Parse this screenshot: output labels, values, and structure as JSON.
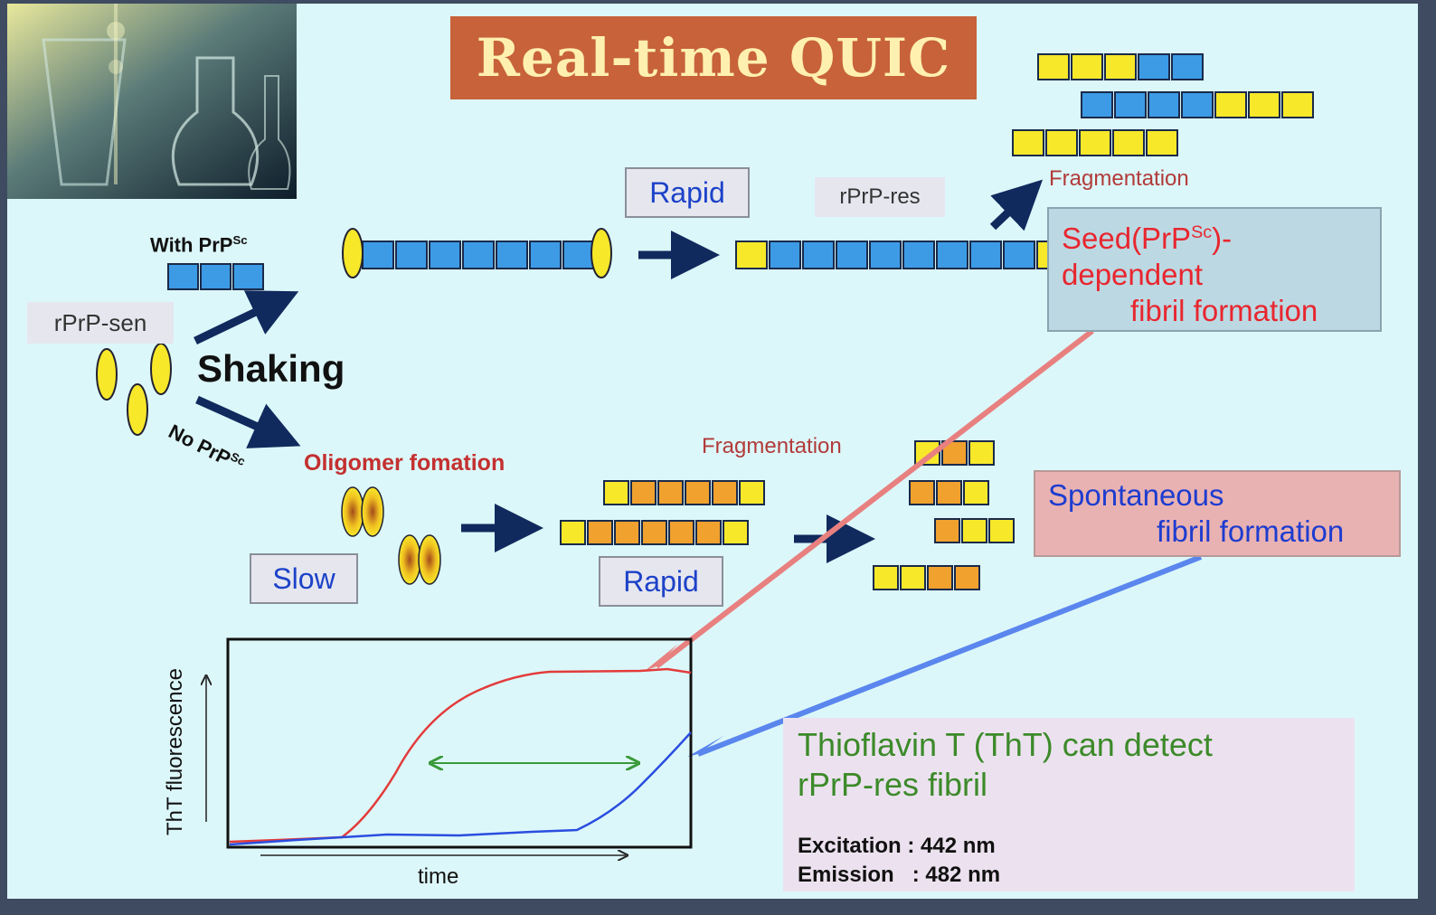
{
  "title": "Real-time QUIC",
  "top_path": {
    "with_label": "With PrP",
    "with_sup": "Sc",
    "rapid_label": "Rapid",
    "rprp_res_label": "rPrP-res",
    "fragmentation_label": "Fragmentation",
    "seed_line1": "Seed(PrP",
    "seed_sup": "Sc",
    "seed_line1_end": ")-",
    "seed_line2": "dependent",
    "seed_line3": "fibril formation"
  },
  "start": {
    "rprp_sen_label": "rPrP-sen",
    "shaking_label": "Shaking",
    "no_label": "No PrP",
    "no_sup": "Sc"
  },
  "bottom_path": {
    "oligomer_label": "Oligomer fomation",
    "slow_label": "Slow",
    "rapid_label": "Rapid",
    "fragmentation_label": "Fragmentation",
    "spont_line1": "Spontaneous",
    "spont_line2": "fibril formation"
  },
  "graph": {
    "ylabel": "ThT fluorescence",
    "xlabel": "time"
  },
  "tht": {
    "line1": "Thioflavin T (ThT) can detect",
    "line2": "rPrP-res fibril",
    "excitation": "Excitation : 442 nm",
    "emission": "Emission   : 482 nm"
  },
  "colors": {
    "blue_block": "#3d9be6",
    "yellow_block": "#f7e82a",
    "orange_block": "#f0a12e",
    "arrow_navy": "#102a5e",
    "red_curve": "#e33b3b",
    "blue_curve": "#2a4de0"
  }
}
